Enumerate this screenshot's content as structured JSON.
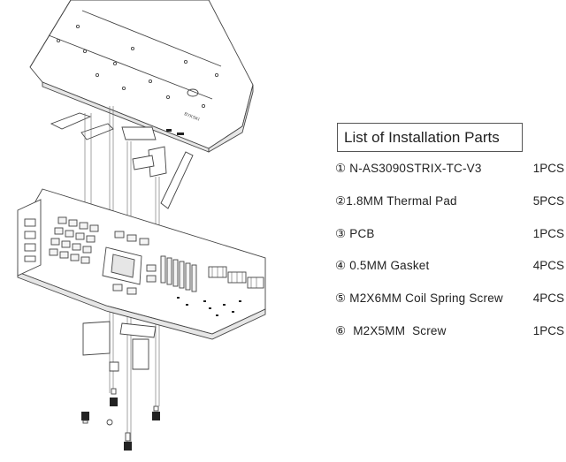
{
  "parts_list": {
    "title": "List of Installation Parts",
    "items": [
      {
        "name": "① N-AS3090STRIX-TC-V3",
        "qty": "1PCS"
      },
      {
        "name": "②1.8MM Thermal Pad",
        "qty": "5PCS"
      },
      {
        "name": "③ PCB",
        "qty": "1PCS"
      },
      {
        "name": "④ 0.5MM Gasket",
        "qty": "4PCS"
      },
      {
        "name": "⑤ M2X6MM Coil Spring Screw",
        "qty": "4PCS"
      },
      {
        "name": "⑥  M2X5MM  Screw",
        "qty": "1PCS"
      }
    ]
  },
  "diagram": {
    "block_label": "BYKSKI"
  },
  "colors": {
    "line": "#444444",
    "fill": "#ffffff",
    "shade": "#e6e6e6",
    "dark": "#222222"
  }
}
